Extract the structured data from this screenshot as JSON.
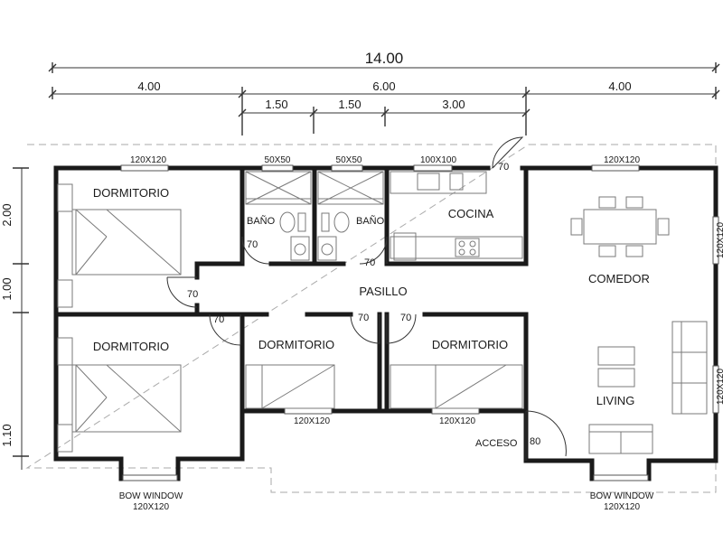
{
  "dimensions": {
    "total": "14.00",
    "segments": [
      "4.00",
      "6.00",
      "4.00"
    ],
    "sub_segments": [
      "1.50",
      "1.50",
      "3.00"
    ],
    "left_side": [
      "2.00",
      "1.00",
      "1.10"
    ]
  },
  "rooms": {
    "dormitorio_1": "DORMITORIO",
    "dormitorio_2": "DORMITORIO",
    "dormitorio_3": "DORMITORIO",
    "dormitorio_4": "DORMITORIO",
    "bano_1": "BAÑO",
    "bano_2": "BAÑO",
    "cocina": "COCINA",
    "comedor": "COMEDOR",
    "living": "LIVING",
    "pasillo": "PASILLO",
    "acceso": "ACCESO"
  },
  "windows": {
    "w_dorm_top": "120X120",
    "w_bath_1": "50X50",
    "w_bath_2": "50X50",
    "w_kitchen": "100X100",
    "w_comedor_top": "120X120",
    "w_right_1": "120X120",
    "w_right_2": "120X120",
    "w_dorm3_bottom": "120X120",
    "w_dorm4_bottom": "120X120"
  },
  "doors": {
    "d_top": "70",
    "d_bath_1": "70",
    "d_bath_2": "70",
    "d_dorm1": "70",
    "d_dorm2": "70",
    "d_dorm3": "70",
    "d_dorm4": "70",
    "d_acceso": "80"
  },
  "bow_windows": {
    "left_title": "BOW WINDOW",
    "left_size": "120X120",
    "right_title": "BOW WINDOW",
    "right_size": "120X120"
  }
}
